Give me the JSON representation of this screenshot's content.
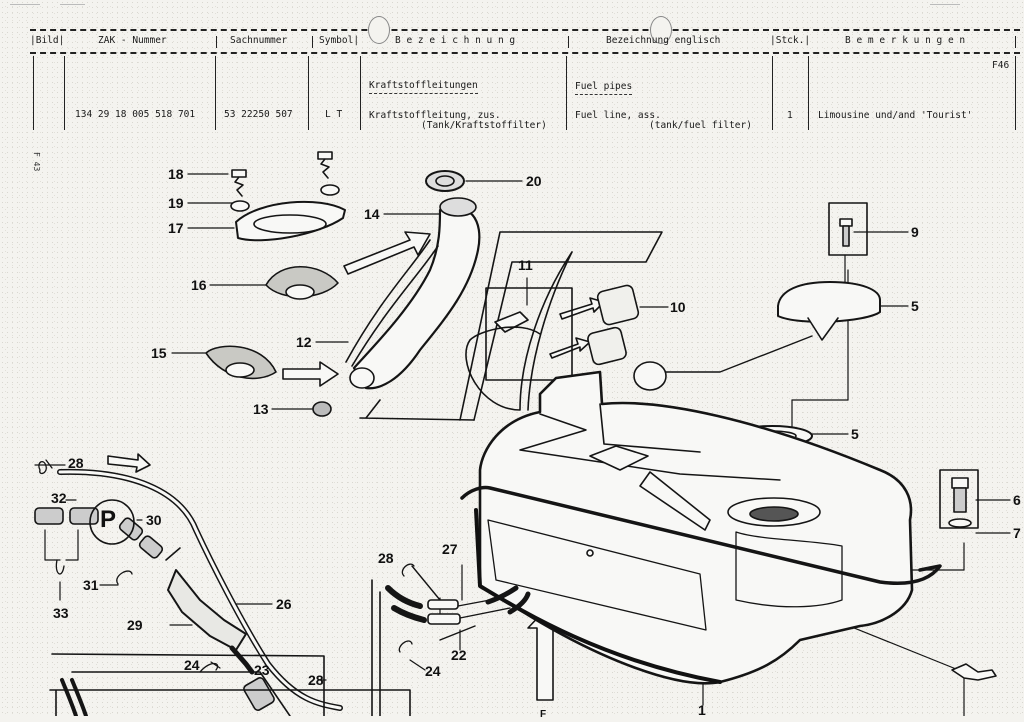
{
  "table": {
    "headers": {
      "bild": "|Bild|",
      "zak": "ZAK - Nummer",
      "sach": "Sachnummer",
      "symbol": "Symbol|",
      "bezeichnung": "B e z e i c h n u n g",
      "englisch": "Bezeichnung englisch",
      "stck": "|Stck.|",
      "bemerkungen": "B e m e r k u n g e n"
    },
    "page_code": "F46",
    "group": {
      "de": "Kraftstoffleitungen",
      "en": "Fuel pipes"
    },
    "rows": [
      {
        "zak": "134 29 18 005 518 701",
        "sach": "53 22250 507",
        "symbol": "L T",
        "de_line1": "Kraftstoffleitung, zus.",
        "de_line2": "(Tank/Kraftstoffilter)",
        "en_line1": "Fuel line, ass.",
        "en_line2": "(tank/fuel filter)",
        "qty": "1",
        "remark": "Limousine und/and 'Tourist'"
      }
    ]
  },
  "side_mark": "F 43",
  "callouts": [
    "1",
    "5",
    "5",
    "6",
    "7",
    "9",
    "10",
    "11",
    "12",
    "13",
    "14",
    "15",
    "16",
    "17",
    "18",
    "19",
    "20",
    "22",
    "23",
    "24",
    "24",
    "26",
    "27",
    "28",
    "28",
    "28",
    "29",
    "30",
    "31",
    "32",
    "33"
  ],
  "inset_letter": "P",
  "bottom_mark": "F"
}
